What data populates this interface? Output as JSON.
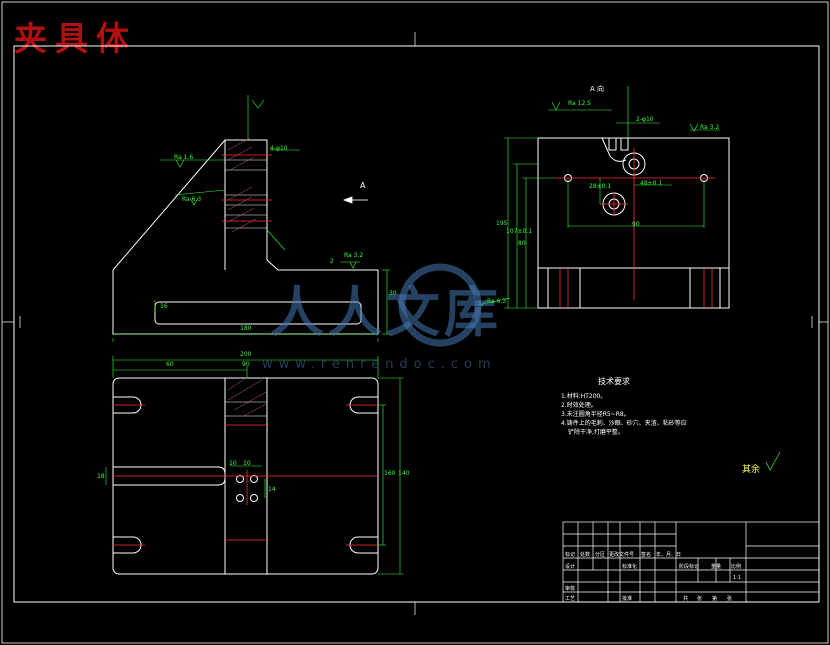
{
  "title": "夹具体",
  "view_label_a": "A",
  "view_label_a_dir": "A 向",
  "watermark": {
    "text": "人人文库",
    "url": "www.renrendoc.com"
  },
  "tech_req": {
    "title": "技术要求",
    "lines": [
      "1.材料:HT200。",
      "2.时效处理。",
      "3.未注圆角半径R5~R8。",
      "4.铸件上的毛刺、沙眼、砂穴、夹渣、粘砂等应",
      "铲除干净,打磨平整。"
    ]
  },
  "roughness_note": "其余",
  "dims": {
    "d180": "180",
    "d30": "30",
    "d2": "2",
    "d60": "60",
    "d200": "200",
    "d90": "90",
    "d18": "18",
    "d10a": "10",
    "d10b": "10",
    "d160": "160",
    "d140": "140",
    "d14": "14",
    "d195": "195",
    "d107": "107±0.1",
    "d80": "80",
    "d49": "48±0.1",
    "d90r": "90",
    "d28": "28±0.1",
    "d4phi": "4-φ10",
    "d2phi": "2-φ10",
    "d16": "16",
    "ra_a": "Ra 1.6",
    "ra_b": "Ra 3.2",
    "ra_c": "Ra 6.3",
    "ra_d": "Ra 12.5"
  },
  "titleblock": {
    "r1": [
      "标记",
      "处数",
      "分区",
      "更改文件号",
      "签名",
      "年、月、日"
    ],
    "r2": [
      "设计",
      "",
      "标准化"
    ],
    "r3": [
      "审核",
      "",
      ""
    ],
    "r4": [
      "工艺",
      "",
      "批准"
    ],
    "right": [
      "阶段标记",
      "重量",
      "比例"
    ],
    "scale": "1:1",
    "sheet": [
      "共",
      "张",
      "第",
      "张"
    ]
  }
}
